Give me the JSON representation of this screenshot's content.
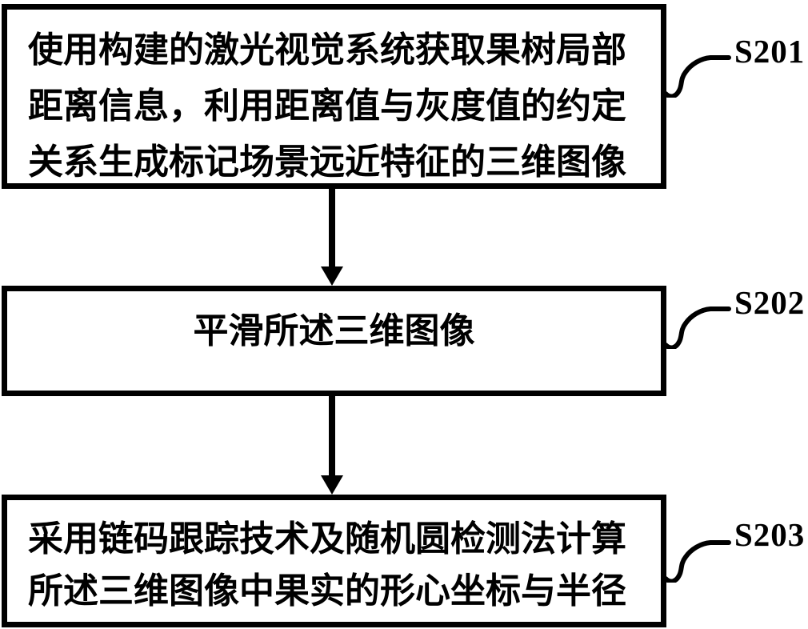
{
  "flowchart": {
    "background_color": "#ffffff",
    "line_color": "#000000",
    "steps": [
      {
        "label": "S201",
        "text": "使用构建的激光视觉系统获取果树局部距离信息，利用距离值与灰度值的约定关系生成标记场景远近特征的三维图像",
        "lines": [
          "使用构建的激光视觉系统获取果树局部",
          "距离信息，利用距离值与灰度值的约定",
          "关系生成标记场景远近特征的三维图像"
        ]
      },
      {
        "label": "S202",
        "text": "平滑所述三维图像",
        "lines": [
          "平滑所述三维图像"
        ]
      },
      {
        "label": "S203",
        "text": "采用链码跟踪技术及随机圆检测法计算所述三维图像中果实的形心坐标与半径",
        "lines": [
          "采用链码跟踪技术及随机圆检测法计算",
          "所述三维图像中果实的形心坐标与半径"
        ]
      }
    ]
  }
}
